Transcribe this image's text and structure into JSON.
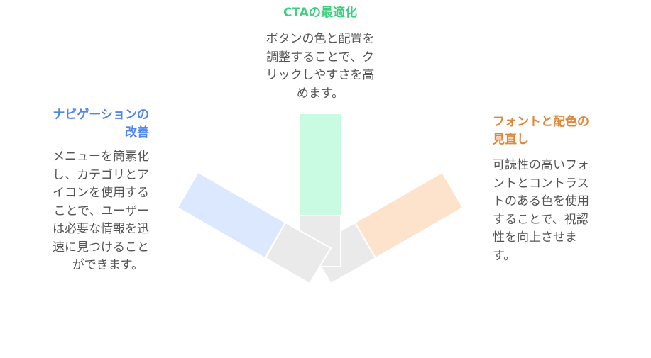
{
  "center": {
    "title": "CTAの最適化",
    "body_lines": [
      "ボタンの色と配置を",
      "調整することで、ク",
      "リックしやすさを高",
      "めます。"
    ]
  },
  "left": {
    "title_lines": [
      "ナビゲーションの",
      "改善"
    ],
    "body_lines": [
      "メニューを簡素化",
      "し、カテゴリとア",
      "イコンを使用する",
      "ことで、ユーザー",
      "は必要な情報を迅",
      "速に見つけること",
      "ができます。"
    ]
  },
  "right": {
    "title_lines": [
      "フォントと配色の",
      "見直し"
    ],
    "body_lines": [
      "可読性の高いフォ",
      "ントとコントラス",
      "トのある色を使用",
      "することで、視認",
      "性を向上させま",
      "す。"
    ]
  },
  "colors": {
    "green": "#c8fbe2",
    "blue": "#dce8fd",
    "orange": "#fee3cc",
    "grey": "#eaeaea"
  }
}
